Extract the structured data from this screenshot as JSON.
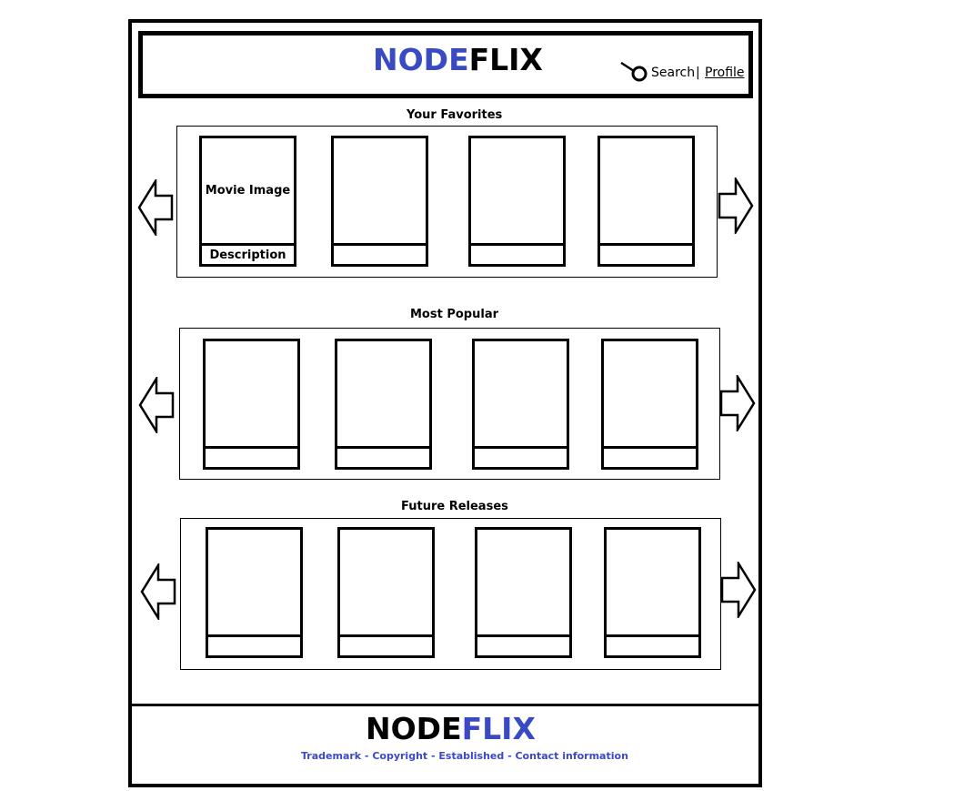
{
  "brand": {
    "part1": "NODE",
    "part2": "FLIX"
  },
  "header": {
    "search_label": "Search",
    "separator": "|",
    "profile_label": "Profile"
  },
  "rows": [
    {
      "title": "Your Favorites"
    },
    {
      "title": "Most Popular"
    },
    {
      "title": "Future Releases"
    }
  ],
  "card": {
    "image_label": "Movie Image",
    "description_label": "Description"
  },
  "footer": {
    "brand_part1": "NODE",
    "brand_part2": "FLIX",
    "info": "Trademark - Copyright - Established - Contact information"
  },
  "colors": {
    "accent": "#3a4ac4",
    "ink": "#000000"
  },
  "icons": {
    "search": "search-icon",
    "prev": "left-arrow-icon",
    "next": "right-arrow-icon"
  }
}
